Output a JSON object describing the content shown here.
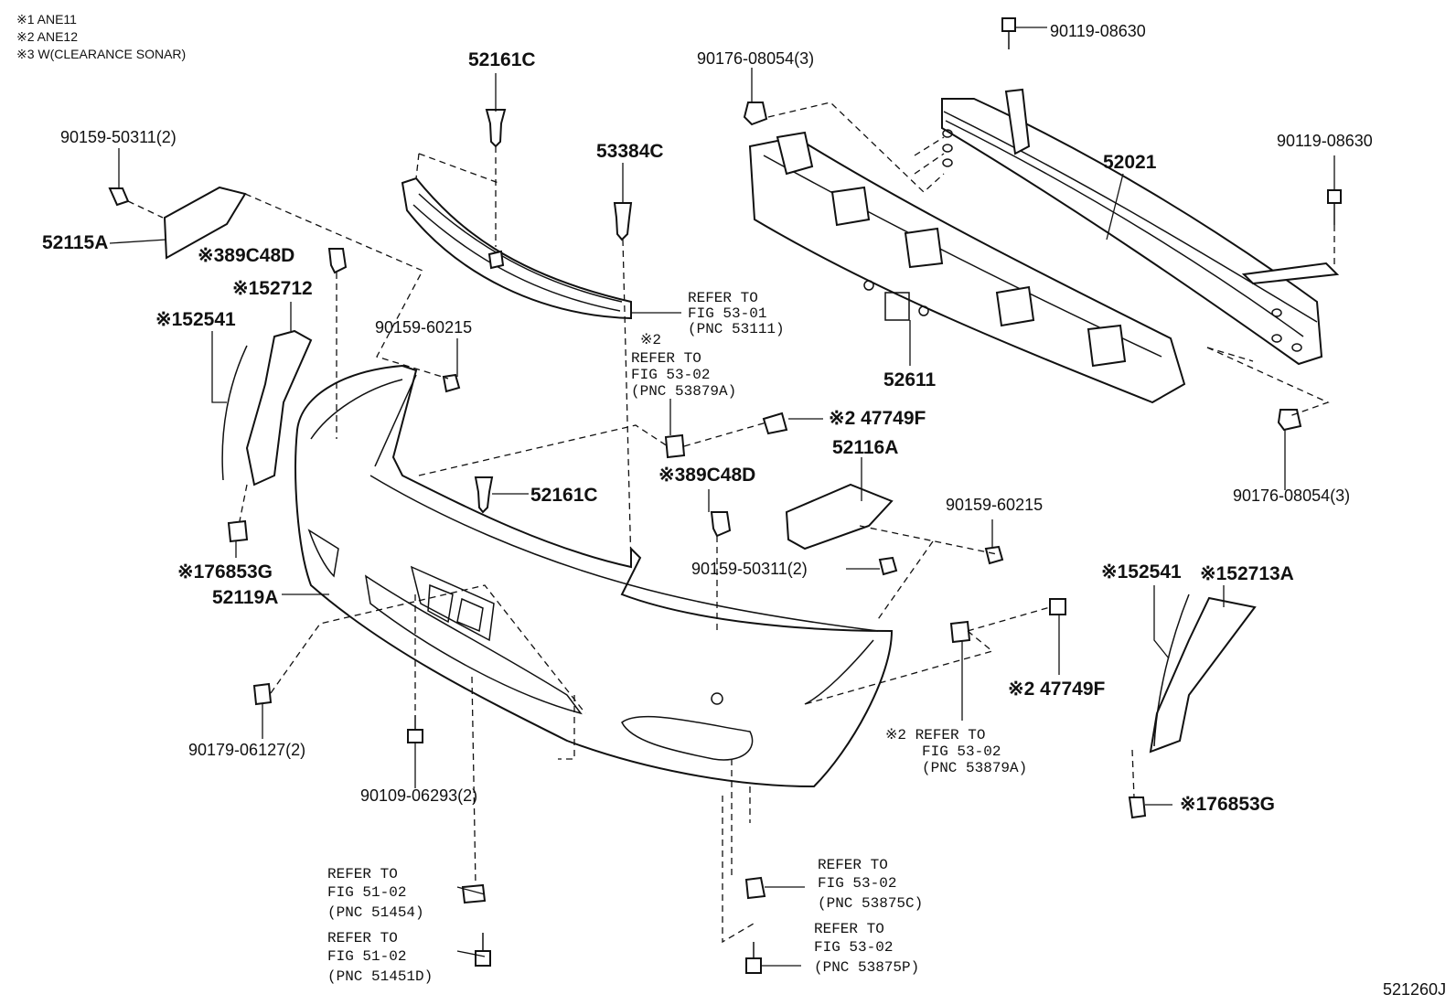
{
  "notes": [
    "※1 ANE11",
    "※2 ANE12",
    "※3 W(CLEARANCE SONAR)"
  ],
  "parts": {
    "p52161c_top": "52161C",
    "p90176_top": "90176-08054(3)",
    "p90119_top": "90119-08630",
    "p90159_50311_left": "90159-50311(2)",
    "p53384c": "53384C",
    "p90119_right": "90119-08630",
    "p52021": "52021",
    "p52115a": "52115A",
    "p89c48d_left": "※389C48D",
    "p52712": "※152712",
    "p52541_left": "※152541",
    "p90159_60215_left": "90159-60215",
    "p52611": "52611",
    "p47749f_top": "※2 47749F",
    "p52116a": "52116A",
    "p89c48d_mid": "※389C48D",
    "p52161c_mid": "52161C",
    "p90176_right": "90176-08054(3)",
    "p90159_60215_right": "90159-60215",
    "p90159_50311_mid": "90159-50311(2)",
    "p76853g_left": "※176853G",
    "p52119a": "52119A",
    "p52541_right": "※152541",
    "p52713a": "※152713A",
    "p47749f_bottom": "※2 47749F",
    "p90179": "90179-06127(2)",
    "p90109": "90109-06293(2)",
    "p76853g_right": "※176853G",
    "p_code": "521260J"
  },
  "refs": {
    "r5301": [
      "REFER TO",
      "FIG 53-01",
      "(PNC 53111)"
    ],
    "r5302_a": [
      "※2",
      "REFER TO",
      "FIG 53-02",
      "(PNC 53879A)"
    ],
    "r5302_b": [
      "※2 REFER TO",
      "FIG 53-02",
      "(PNC 53879A)"
    ],
    "r5102_a": [
      "REFER TO",
      "FIG 51-02",
      "(PNC 51454)"
    ],
    "r5102_b": [
      "REFER TO",
      "FIG 51-02",
      "(PNC 51451D)"
    ],
    "r5302_c": [
      "REFER TO",
      "FIG 53-02",
      "(PNC 53875C)"
    ],
    "r5302_d": [
      "REFER TO",
      "FIG 53-02",
      "(PNC 53875P)"
    ]
  }
}
